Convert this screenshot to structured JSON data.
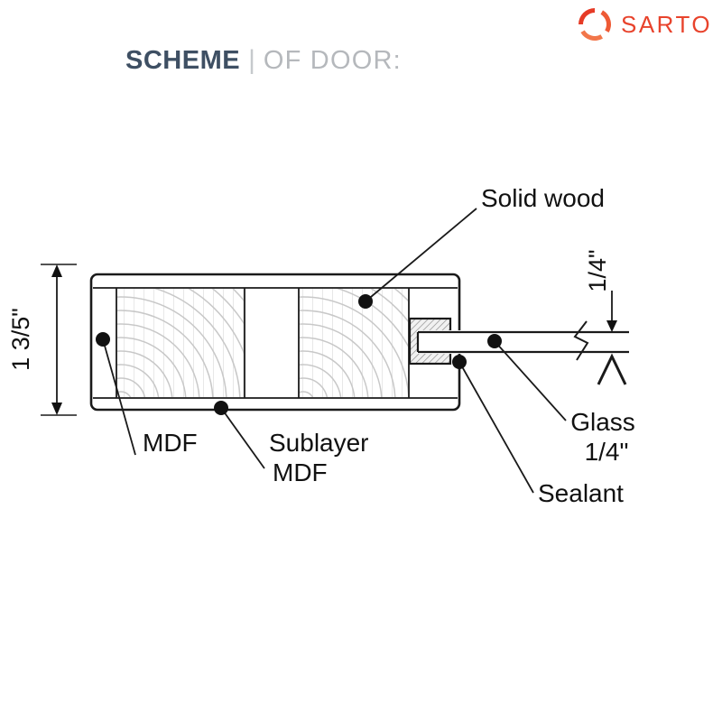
{
  "header": {
    "title_primary": "SCHEME",
    "separator": "|",
    "title_secondary": "OF DOOR:",
    "brand": "SARTO"
  },
  "colors": {
    "brand_accent": "#E8432C",
    "title_primary": "#3E4F63",
    "title_secondary": "#B5B8BC",
    "diagram_line": "#1A1A1A",
    "wood_grain": "#C8C8C8"
  },
  "diagram": {
    "labels": {
      "solid_wood": "Solid wood",
      "mdf": "MDF",
      "sublayer_line1": "Sublayer",
      "sublayer_line2": "MDF",
      "glass_line1": "Glass",
      "glass_line2": "1/4\"",
      "sealant": "Sealant"
    },
    "dimensions": {
      "door_thickness": "1 3/5\"",
      "glass_thickness": "1/4\""
    }
  }
}
